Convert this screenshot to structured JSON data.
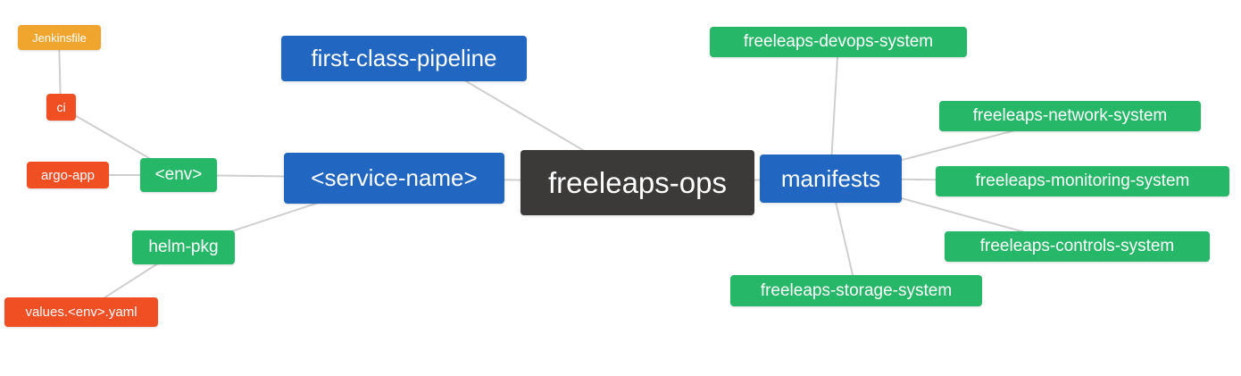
{
  "colors": {
    "dark": "#3b3a39",
    "blue": "#2166c0",
    "green": "#27b768",
    "red": "#f04e23",
    "amber": "#f0a62e",
    "edge": "#cfcfcf",
    "background": "#ffffff"
  },
  "nodes": {
    "freeleaps_ops": {
      "label": "freeleaps-ops",
      "color": "dark"
    },
    "first_class_pipeline": {
      "label": "first-class-pipeline",
      "color": "blue"
    },
    "service_name": {
      "label": "<service-name>",
      "color": "blue"
    },
    "manifests": {
      "label": "manifests",
      "color": "blue"
    },
    "env": {
      "label": "<env>",
      "color": "green"
    },
    "helm_pkg": {
      "label": "helm-pkg",
      "color": "green"
    },
    "ci": {
      "label": "ci",
      "color": "red"
    },
    "argo_app": {
      "label": "argo-app",
      "color": "red"
    },
    "jenkinsfile": {
      "label": "Jenkinsfile",
      "color": "amber"
    },
    "values_env_yaml": {
      "label": "values.<env>.yaml",
      "color": "red"
    },
    "devops_system": {
      "label": "freeleaps-devops-system",
      "color": "green"
    },
    "network_system": {
      "label": "freeleaps-network-system",
      "color": "green"
    },
    "monitoring_system": {
      "label": "freeleaps-monitoring-system",
      "color": "green"
    },
    "controls_system": {
      "label": "freeleaps-controls-system",
      "color": "green"
    },
    "storage_system": {
      "label": "freeleaps-storage-system",
      "color": "green"
    }
  },
  "edges": [
    [
      "first_class_pipeline",
      "freeleaps_ops"
    ],
    [
      "service_name",
      "freeleaps_ops"
    ],
    [
      "freeleaps_ops",
      "manifests"
    ],
    [
      "env",
      "service_name"
    ],
    [
      "helm_pkg",
      "service_name"
    ],
    [
      "ci",
      "env"
    ],
    [
      "argo_app",
      "env"
    ],
    [
      "jenkinsfile",
      "ci"
    ],
    [
      "values_env_yaml",
      "helm_pkg"
    ],
    [
      "manifests",
      "devops_system"
    ],
    [
      "manifests",
      "network_system"
    ],
    [
      "manifests",
      "monitoring_system"
    ],
    [
      "manifests",
      "controls_system"
    ],
    [
      "manifests",
      "storage_system"
    ]
  ]
}
